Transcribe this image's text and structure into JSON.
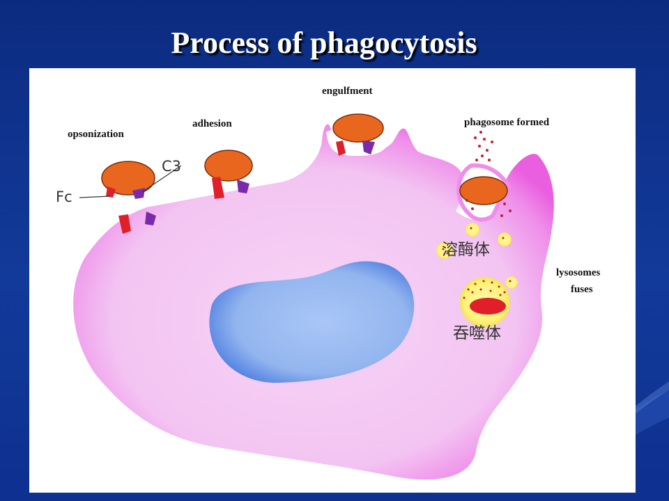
{
  "slide": {
    "title": "Process of phagocytosis"
  },
  "diagram": {
    "stages": {
      "opsonization": "opsonization",
      "adhesion": "adhesion",
      "engulfment": "engulfment",
      "phagosome_formed": "phagosome formed",
      "lysosomes_fuses_line1": "lysosomes",
      "lysosomes_fuses_line2": "fuses"
    },
    "markers": {
      "c3": "C3",
      "fc": "Fc",
      "lysosome": "溶酶体",
      "phagolysosome": "吞噬体"
    }
  },
  "colors": {
    "background": "#0c2b80",
    "panel": "#ffffff",
    "cell_edge": "#ee6ee8",
    "cell_body": "#f4caf4",
    "nucleus": "#8fb2ee",
    "bacterium": "#e9661e",
    "receptor_fc": "#e01f2a",
    "receptor_c3": "#7b2aa8",
    "lysosome": "#fff27a"
  }
}
